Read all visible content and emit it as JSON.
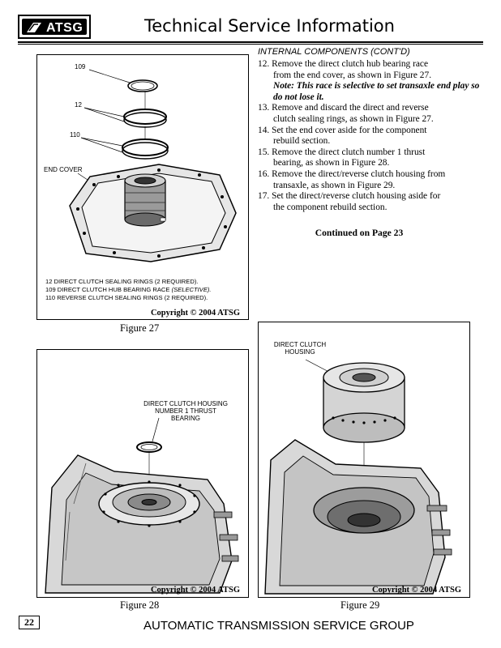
{
  "header": {
    "logo_text": "ATSG",
    "title": "Technical Service Information"
  },
  "figure27": {
    "callouts": {
      "c109": "109",
      "c12": "12",
      "c110": "110",
      "end_cover": "END COVER"
    },
    "legend": [
      {
        "text": "12  DIRECT CLUTCH SEALING RINGS  (2 REQUIRED).",
        "note": ""
      },
      {
        "text": "109  DIRECT CLUTCH HUB BEARING RACE  ",
        "note": "(SELECTIVE)."
      },
      {
        "text": "110  REVERSE CLUTCH SEALING RINGS  (2 REQUIRED).",
        "note": ""
      }
    ],
    "copyright": "Copyright © 2004 ATSG",
    "caption": "Figure 27"
  },
  "instructions": {
    "section_title": "INTERNAL COMPONENTS (CONT'D)",
    "steps": [
      {
        "num": "12.",
        "first": "Remove the direct clutch hub bearing race",
        "cont": "from the end cover, as shown in Figure 27.",
        "note": "Note:  This race is selective to set transaxle end play so do not lose it."
      },
      {
        "num": "13.",
        "first": "Remove and discard the direct and reverse",
        "cont": "clutch sealing rings, as shown in Figure 27.",
        "note": ""
      },
      {
        "num": "14.",
        "first": "Set the end cover aside for the component",
        "cont": "rebuild section.",
        "note": ""
      },
      {
        "num": "15.",
        "first": "Remove the direct clutch number 1 thrust",
        "cont": "bearing, as shown in Figure 28.",
        "note": ""
      },
      {
        "num": "16.",
        "first": "Remove the direct/reverse clutch housing from",
        "cont": "transaxle, as shown in Figure 29.",
        "note": ""
      },
      {
        "num": "17.",
        "first": "Set the direct/reverse clutch housing aside for",
        "cont": "the component rebuild section.",
        "note": ""
      }
    ],
    "continued": "Continued on Page 23"
  },
  "figure28": {
    "callout_line1": "DIRECT CLUTCH HOUSING",
    "callout_line2": "NUMBER 1 THRUST BEARING",
    "copyright": "Copyright © 2004 ATSG",
    "caption": "Figure 28"
  },
  "figure29": {
    "callout_line1": "DIRECT CLUTCH",
    "callout_line2": "HOUSING",
    "copyright": "Copyright © 2004 ATSG",
    "caption": "Figure 29"
  },
  "footer": {
    "page_number": "22",
    "title": "AUTOMATIC TRANSMISSION SERVICE GROUP"
  }
}
